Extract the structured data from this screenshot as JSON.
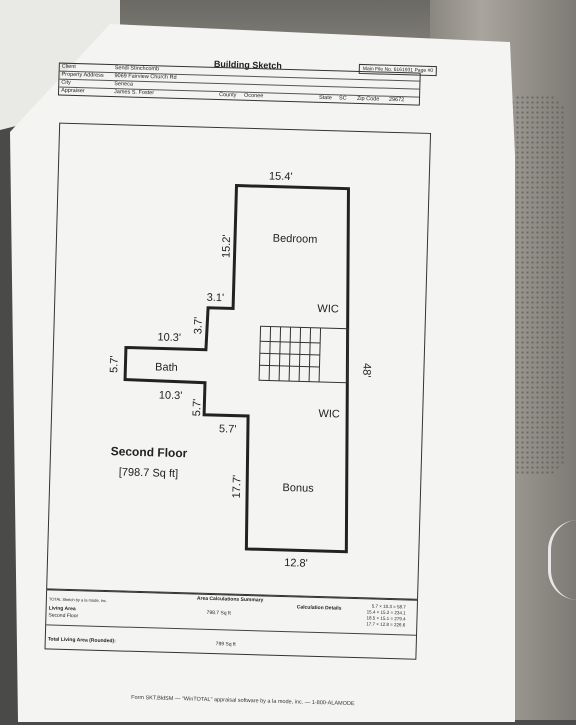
{
  "header": {
    "title": "Building Sketch",
    "main_file": "Main File No. 6161931 Page #0",
    "client_label": "Client",
    "client": "Sendi Stinchcomb",
    "address_label": "Property Address",
    "address": "9069 Fairview Church Rd",
    "city_label": "City",
    "city": "Seneca",
    "county_label": "County",
    "county": "Oconee",
    "state_label": "State",
    "state": "SC",
    "zip_label": "Zip Code",
    "zip": "29672",
    "appraiser_label": "Appraiser",
    "appraiser": "James S. Foster"
  },
  "sketch": {
    "rooms": {
      "bedroom": "Bedroom",
      "wic1": "WIC",
      "wic2": "WIC",
      "bath": "Bath",
      "bonus": "Bonus"
    },
    "dims": {
      "top": "15.4'",
      "bed_left": "15.2'",
      "step1": "3.1'",
      "step1_v": "3.7'",
      "bath_top": "10.3'",
      "bath_left": "5.7'",
      "bath_bottom": "10.3'",
      "step2_v": "5.7'",
      "step2": "5.7'",
      "bonus_left": "17.7'",
      "bottom": "12.8'",
      "right": "48'"
    },
    "floor_label": "Second Floor",
    "floor_area": "[798.7 Sq ft]"
  },
  "summary": {
    "title": "Area Calculations Summary",
    "credit": "TOTAL Sketch by a la mode, inc.",
    "living_area": "Living Area",
    "second_floor": "Second Floor",
    "second_floor_value": "798.7 Sq ft",
    "calc_title": "Calculation Details",
    "calcs": [
      "5.7 × 10.3 = 58.7",
      "15.4 × 15.2 = 234.1",
      "18.5 × 15.1 = 279.4",
      "17.7 × 12.8 = 226.6"
    ],
    "total_label": "Total Living Area (Rounded):",
    "total_value": "799 Sq ft"
  },
  "footer": "Form SKT.BldSM — \"WinTOTAL\" appraisal software by a la mode, inc. — 1-800-ALAMODE"
}
